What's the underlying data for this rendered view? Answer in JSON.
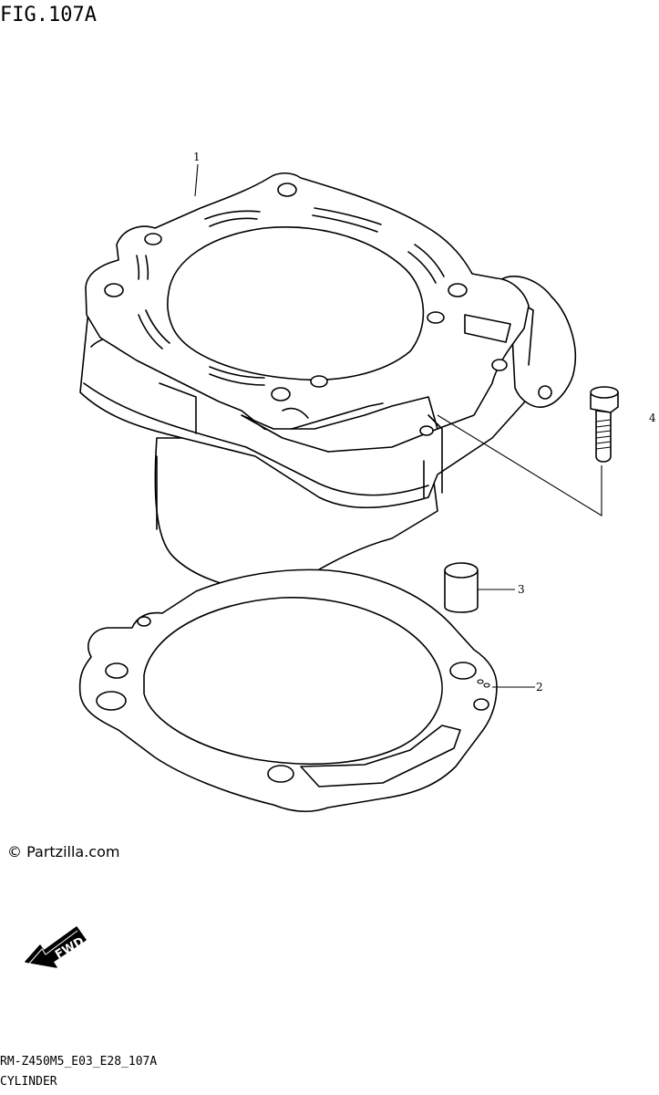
{
  "figure": {
    "title": "FIG.107A"
  },
  "callouts": [
    {
      "id": "1",
      "label": "1"
    },
    {
      "id": "2",
      "label": "2"
    },
    {
      "id": "3",
      "label": "3"
    },
    {
      "id": "4",
      "label": "4"
    }
  ],
  "copyright": "© Partzilla.com",
  "badge": {
    "label": "FWD"
  },
  "footer": {
    "code": "RM-Z450M5_E03_E28_107A",
    "name": "CYLINDER"
  }
}
